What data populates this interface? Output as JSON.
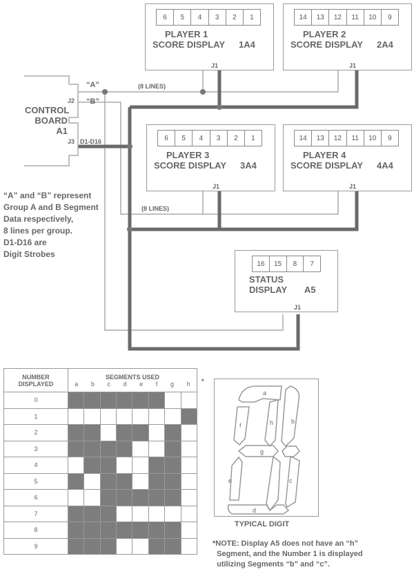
{
  "displays": [
    {
      "id": "p1",
      "title": "PLAYER 1",
      "sub": "SCORE DISPLAY",
      "ref": "1A4",
      "digits": [
        "6",
        "5",
        "4",
        "3",
        "2",
        "1"
      ],
      "connector": "J1"
    },
    {
      "id": "p2",
      "title": "PLAYER 2",
      "sub": "SCORE DISPLAY",
      "ref": "2A4",
      "digits": [
        "14",
        "13",
        "12",
        "11",
        "10",
        "9"
      ],
      "connector": "J1"
    },
    {
      "id": "p3",
      "title": "PLAYER 3",
      "sub": "SCORE DISPLAY",
      "ref": "3A4",
      "digits": [
        "6",
        "5",
        "4",
        "3",
        "2",
        "1"
      ],
      "connector": "J1"
    },
    {
      "id": "p4",
      "title": "PLAYER 4",
      "sub": "SCORE DISPLAY",
      "ref": "4A4",
      "digits": [
        "14",
        "13",
        "12",
        "11",
        "10",
        "9"
      ],
      "connector": "J1"
    }
  ],
  "status": {
    "title": "STATUS",
    "sub": "DISPLAY",
    "ref": "A5",
    "digits": [
      "16",
      "15",
      "8",
      "7"
    ],
    "connector": "J1"
  },
  "control": {
    "line1": "CONTROL",
    "line2": "BOARD",
    "line3": "A1",
    "j2": "J2",
    "j3": "J3"
  },
  "wires": {
    "a": "“A”",
    "b": "“B”",
    "lines_top": "(8 LINES)",
    "lines_mid": "(8 LINES)",
    "strobes": "D1-D16"
  },
  "legend_note": "“A” and “B” represent\nGroup A and B Segment\nData respectively,\n8 lines per group.\nD1-D16 are\nDigit Strobes",
  "table": {
    "header_number": "NUMBER DISPLAYED",
    "header_segments": "SEGMENTS USED",
    "segments": [
      "a",
      "b",
      "c",
      "d",
      "e",
      "f",
      "g",
      "h"
    ],
    "asterisk": "*",
    "rows": [
      {
        "n": "0",
        "on": [
          "a",
          "b",
          "c",
          "d",
          "e",
          "f"
        ]
      },
      {
        "n": "1",
        "on": [
          "h"
        ]
      },
      {
        "n": "2",
        "on": [
          "a",
          "b",
          "d",
          "e",
          "g"
        ]
      },
      {
        "n": "3",
        "on": [
          "a",
          "b",
          "c",
          "d",
          "g"
        ]
      },
      {
        "n": "4",
        "on": [
          "b",
          "c",
          "f",
          "g"
        ]
      },
      {
        "n": "5",
        "on": [
          "a",
          "c",
          "d",
          "f",
          "g"
        ]
      },
      {
        "n": "6",
        "on": [
          "c",
          "d",
          "e",
          "f",
          "g"
        ]
      },
      {
        "n": "7",
        "on": [
          "a",
          "b",
          "c"
        ]
      },
      {
        "n": "8",
        "on": [
          "a",
          "b",
          "c",
          "d",
          "e",
          "f",
          "g"
        ]
      },
      {
        "n": "9",
        "on": [
          "a",
          "b",
          "c",
          "f",
          "g"
        ]
      }
    ]
  },
  "digit_figure": {
    "caption": "TYPICAL DIGIT",
    "labels": {
      "a": "a",
      "b": "b",
      "c": "c",
      "d": "d",
      "e": "e",
      "f": "f",
      "g": "g",
      "h": "h"
    }
  },
  "footnote": "*NOTE: Display A5 does not have an “h”\n  Segment, and the Number 1 is displayed\n  utilizing Segments “b” and “c”."
}
